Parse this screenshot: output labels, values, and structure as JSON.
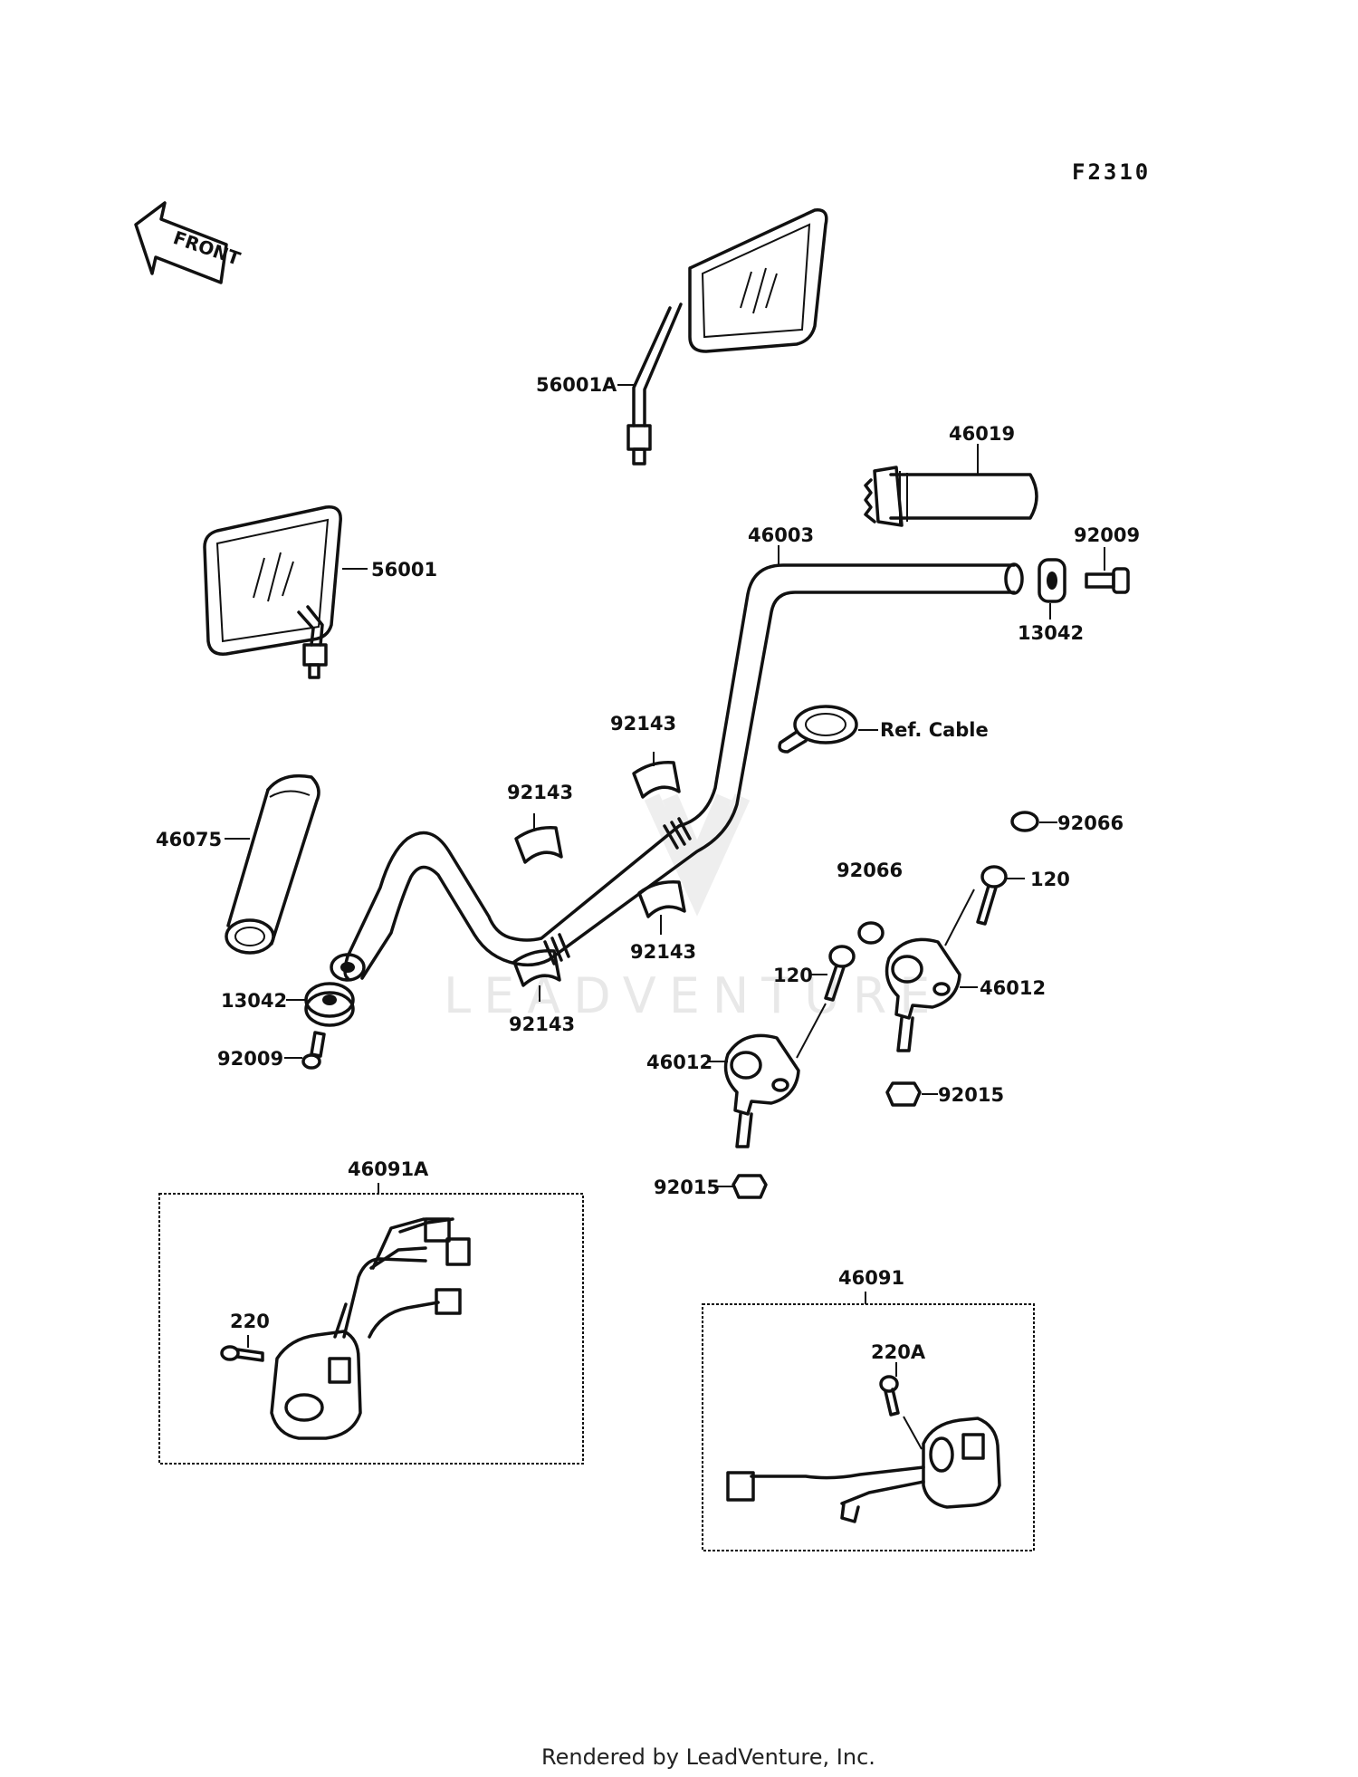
{
  "diagram_code": "F2310",
  "front_label": "FRONT",
  "watermark": "LEADVENTURE",
  "footer": "Rendered by LeadVenture, Inc.",
  "callouts": {
    "mirror_right": "56001A",
    "mirror_left": "56001",
    "grip_right": "46019",
    "handlebar": "46003",
    "screw_right_end": "92009",
    "weight_right_end": "13042",
    "ref_cable": "Ref. Cable",
    "clamp_upper": "92143",
    "clamp_left": "92143",
    "clamp_lower_right": "92143",
    "clamp_lower_left": "92143",
    "grip_left": "46075",
    "weight_left_end": "13042",
    "screw_left_end": "92009",
    "cap_right": "92066",
    "cap_left": "92066",
    "bolt_right": "120",
    "bolt_left": "120",
    "holder_right": "46012",
    "holder_left": "46012",
    "nut_right": "92015",
    "nut_left": "92015",
    "switch_left_assy": "46091A",
    "switch_left_screw": "220",
    "switch_right_assy": "46091",
    "switch_right_screw": "220A"
  }
}
